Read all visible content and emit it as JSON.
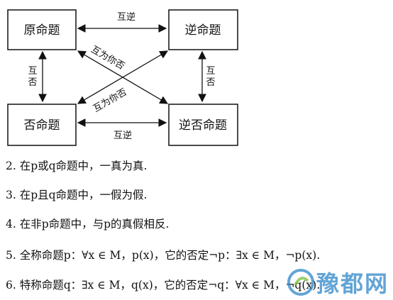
{
  "diagram": {
    "boxes": {
      "original": "原命题",
      "converse": "逆命题",
      "inverse": "否命题",
      "contrapositive": "逆否命题"
    },
    "edges": {
      "top": "互逆",
      "bottom": "互逆",
      "left": "互否",
      "right": "互否",
      "diag_a": "互为你否",
      "diag_b": "互为你否"
    }
  },
  "lines": {
    "l2": "2. 在p或q命题中，一真为真.",
    "l3": "3. 在p且q命题中，一假为假.",
    "l4": "4. 在非p命题中，与p的真假相反.",
    "l5": "5. 全称命题p：∀x ∈ M，p(x)，它的否定¬p：∃x ∈ M，¬p(x).",
    "l6": "6. 特称命题q：∃x ∈ M，q(x)，它的否定¬q：∀x ∈ M，¬q(x)."
  },
  "watermark": {
    "text": "豫都网",
    "color": "#2e86c9"
  }
}
